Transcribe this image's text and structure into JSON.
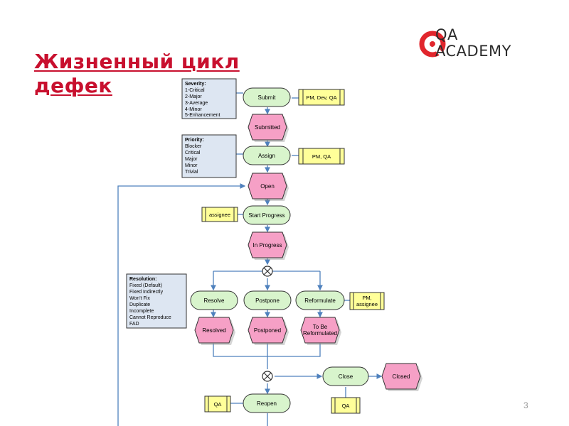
{
  "slide": {
    "title_line1": "Жизненный цикл",
    "title_line2": "дефек",
    "page_number": "3",
    "logo": {
      "line1": "QA",
      "line2": "ACADEMY",
      "icon": "q-logo-icon",
      "color": "#e1262d"
    }
  },
  "colors": {
    "accent": "#c8102e",
    "state": "#f6a0c6",
    "action": "#d8f4cc",
    "role": "#ffff99",
    "note": "#dde6f2",
    "line": "#4f81bd"
  },
  "notes": {
    "severity": [
      "Severity:",
      "1-Critical",
      "2-Major",
      "3-Average",
      "4-Minor",
      "5-Enhancement"
    ],
    "priority": [
      "Priority:",
      "Blocker",
      "Critical",
      "Major",
      "Minor",
      "Trivial"
    ],
    "resolution": [
      "Resolution:",
      "Fixed (Default)",
      "Fixed Indirectly",
      "Won't Fix",
      "Duplicate",
      "Incomplete",
      "Cannot Reproduce",
      "FAD"
    ]
  },
  "actions": {
    "submit": "Submit",
    "assign": "Assign",
    "start_progress": "Start Progress",
    "resolve": "Resolve",
    "postpone": "Postpone",
    "reformulate": "Reformulate",
    "close": "Close",
    "reopen": "Reopen"
  },
  "states": {
    "submitted": "Submitted",
    "open": "Open",
    "in_progress": "In Progress",
    "resolved": "Resolved",
    "postponed": "Postponed",
    "to_be_reformulated": [
      "To Be",
      "Reformulated"
    ],
    "closed": "Closed"
  },
  "roles": {
    "submit": "PM, Dev, QA",
    "assign": "PM, QA",
    "start_progress": "assignee",
    "reformulate": [
      "PM,",
      "assignee"
    ],
    "reopen": "QA",
    "close": "QA"
  }
}
